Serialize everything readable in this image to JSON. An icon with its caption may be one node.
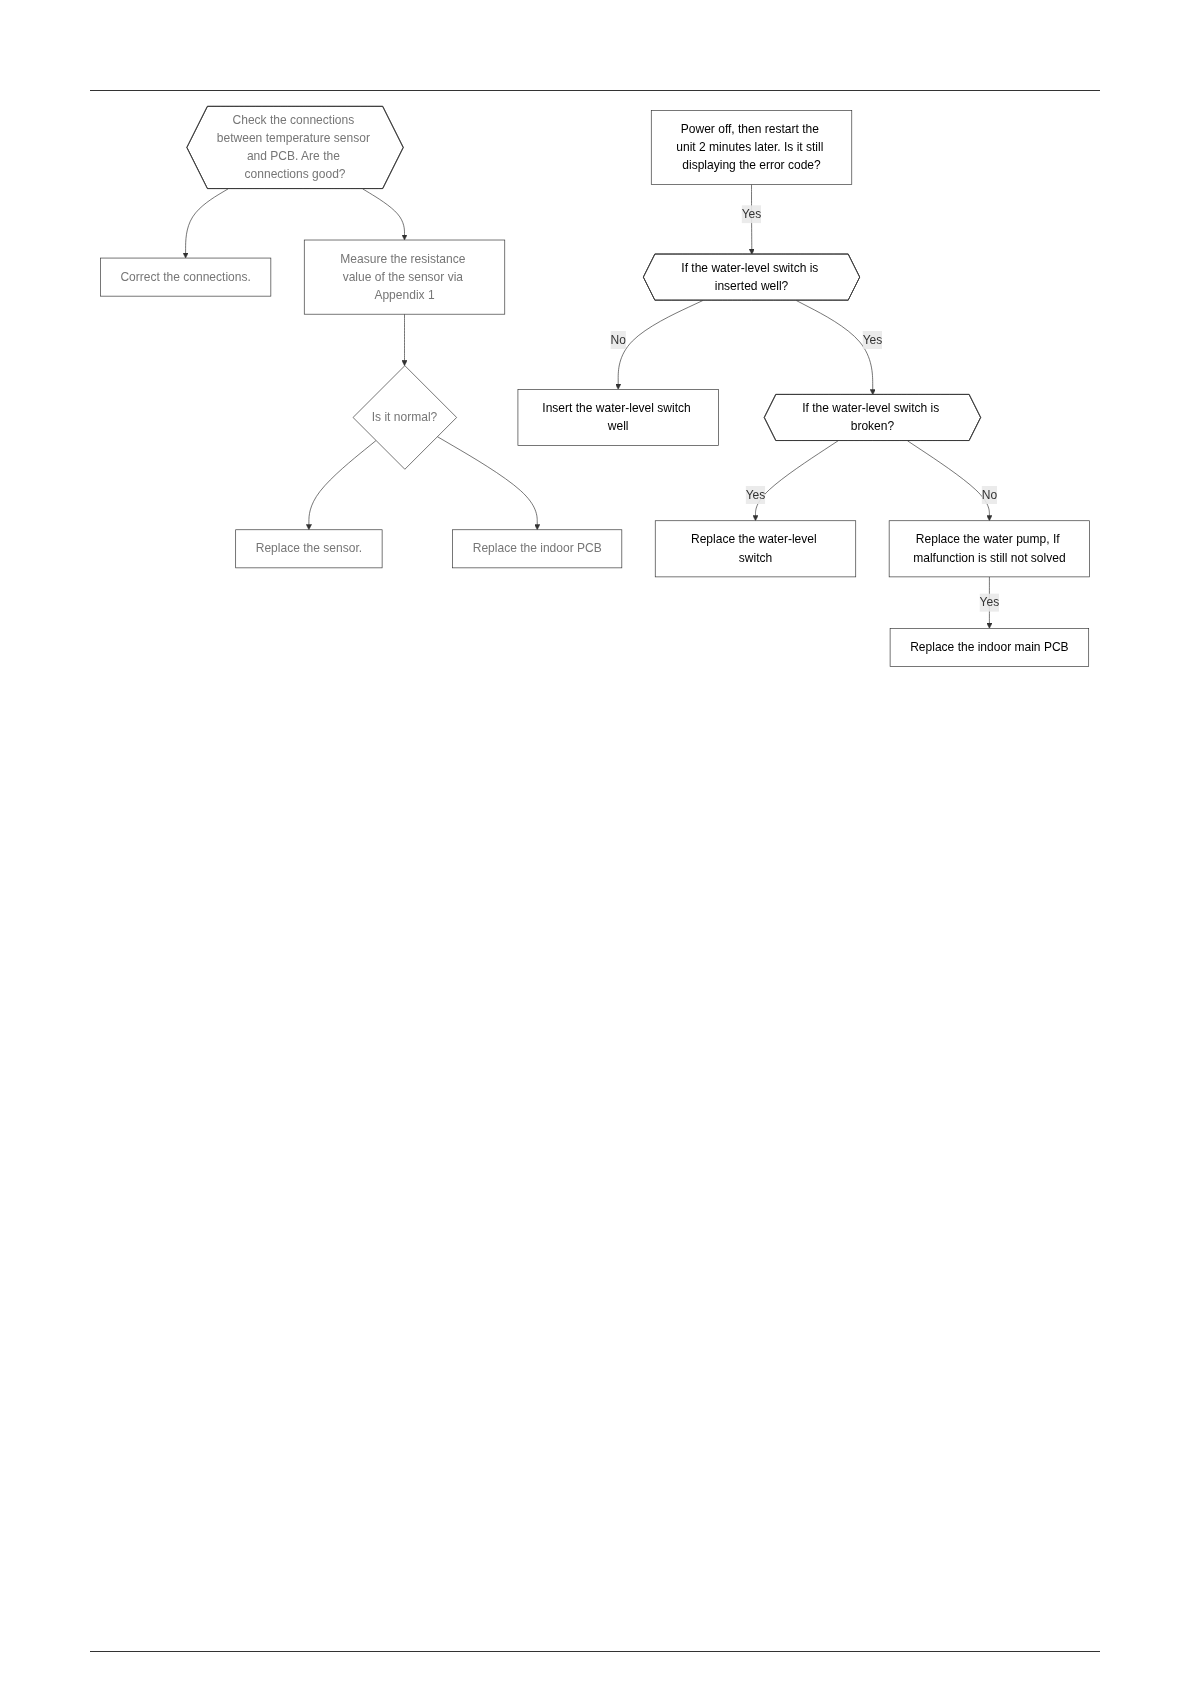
{
  "diagram": {
    "nodes": [
      {
        "text": [
          "Check the connections between temperature sensor and PCB. Are the connections good?"
        ]
      },
      {
        "text": [
          "Correct the connections."
        ]
      },
      {
        "text": [
          "Measure the resistance value of the sensor via Appendix 1"
        ]
      },
      {
        "text": [
          "Is it normal?"
        ]
      },
      {
        "text": [
          "Replace the sensor."
        ]
      },
      {
        "text": [
          "Replace the indoor PCB"
        ]
      },
      {
        "text": [
          "Power off, then restart the unit 2 minutes later. Is it still displaying the error code?"
        ]
      },
      {
        "text": [
          "If the water-level switch is inserted well?"
        ]
      },
      {
        "text": [
          "Insert the water-level switch well"
        ]
      },
      {
        "text": [
          "If the water-level switch is broken?"
        ]
      },
      {
        "text": [
          "Replace the water-level switch"
        ]
      },
      {
        "text": [
          "Replace the water pump, If malfunction is still not solved"
        ]
      },
      {
        "text": [
          "Replace the indoor main PCB"
        ]
      }
    ],
    "edges": [
      {
        "from": 0,
        "to": 1,
        "arrow": "to"
      },
      {
        "from": 0,
        "to": 2,
        "arrow": "to"
      },
      {
        "from": 2,
        "to": 3,
        "arrow": "to"
      },
      {
        "from": 3,
        "to": 4,
        "arrow": "to"
      },
      {
        "from": 3,
        "to": 5,
        "arrow": "to"
      },
      {
        "from": 6,
        "to": 7,
        "arrow": "to",
        "label": "Yes"
      },
      {
        "from": 7,
        "to": 8,
        "arrow": "to",
        "label": "No"
      },
      {
        "from": 7,
        "to": 9,
        "arrow": "to",
        "label": "Yes"
      },
      {
        "from": 9,
        "to": 10,
        "arrow": "to",
        "label": "Yes"
      },
      {
        "from": 9,
        "to": 11,
        "arrow": "to",
        "label": "No"
      },
      {
        "from": 11,
        "to": 12,
        "arrow": "to",
        "label": "Yes"
      }
    ]
  }
}
